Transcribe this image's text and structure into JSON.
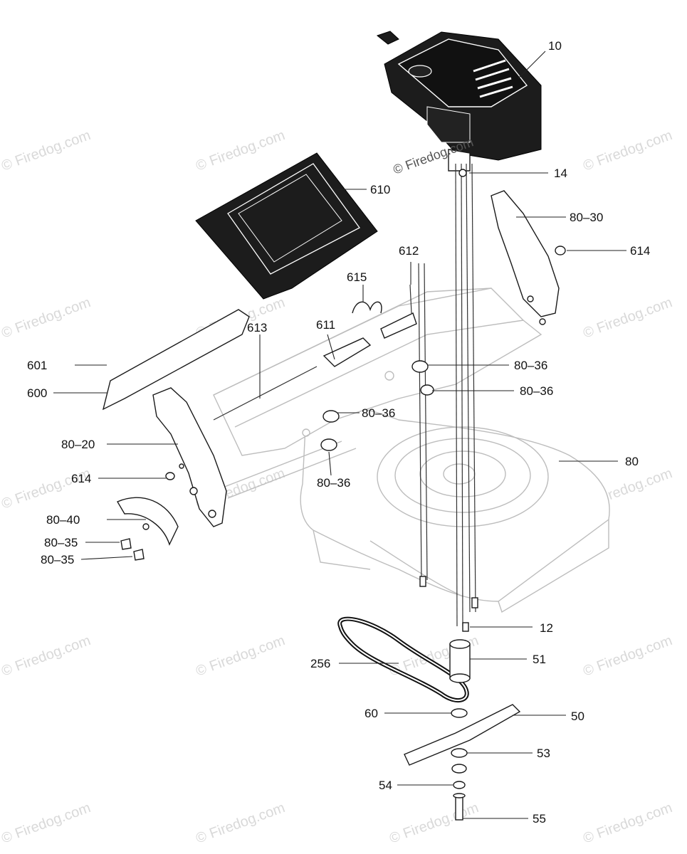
{
  "watermark": {
    "text": "© Firedog.com",
    "center_text": "© Firedog.com"
  },
  "labels": {
    "p10": "10",
    "p14": "14",
    "p610": "610",
    "p80_30": "80–30",
    "p612": "612",
    "p614_right": "614",
    "p615": "615",
    "p613": "613",
    "p611": "611",
    "p601": "601",
    "p80_36_a": "80–36",
    "p600": "600",
    "p80_36_b": "80–36",
    "p80_36_c": "80–36",
    "p80_20": "80–20",
    "p80": "80",
    "p614_left": "614",
    "p80_36_d": "80–36",
    "p80_40": "80–40",
    "p80_35_a": "80–35",
    "p80_35_b": "80–35",
    "p12": "12",
    "p256": "256",
    "p51": "51",
    "p60": "60",
    "p50": "50",
    "p53": "53",
    "p54": "54",
    "p55": "55"
  }
}
